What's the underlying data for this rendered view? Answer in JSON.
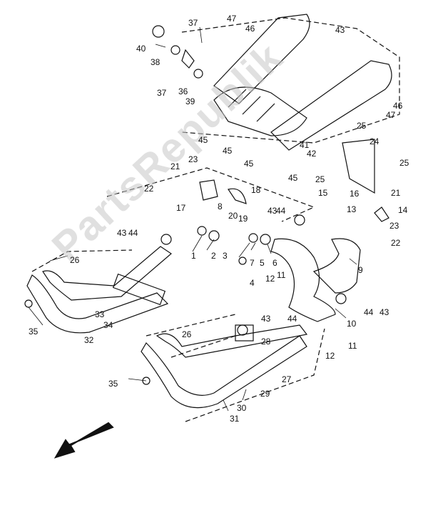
{
  "watermark": "PartsRepublik",
  "callouts": [
    "1",
    "2",
    "3",
    "4",
    "5",
    "6",
    "7",
    "8",
    "9",
    "10",
    "11",
    "11",
    "12",
    "12",
    "13",
    "14",
    "15",
    "16",
    "17",
    "18",
    "19",
    "20",
    "21",
    "21",
    "22",
    "22",
    "23",
    "23",
    "24",
    "25",
    "25",
    "25",
    "26",
    "26",
    "27",
    "28",
    "29",
    "30",
    "31",
    "32",
    "33",
    "34",
    "35",
    "35",
    "36",
    "37",
    "37",
    "38",
    "39",
    "40",
    "41",
    "42",
    "43",
    "43",
    "43",
    "43",
    "43",
    "44",
    "44",
    "44",
    "44",
    "45",
    "45",
    "45",
    "45",
    "46",
    "46",
    "47",
    "47"
  ],
  "bracket_labels": [
    "43{44",
    "43{44",
    "43{44",
    "44{43"
  ],
  "colors": {
    "ink": "#111111",
    "watermark": "#c8c8c8",
    "background": "#ffffff"
  }
}
